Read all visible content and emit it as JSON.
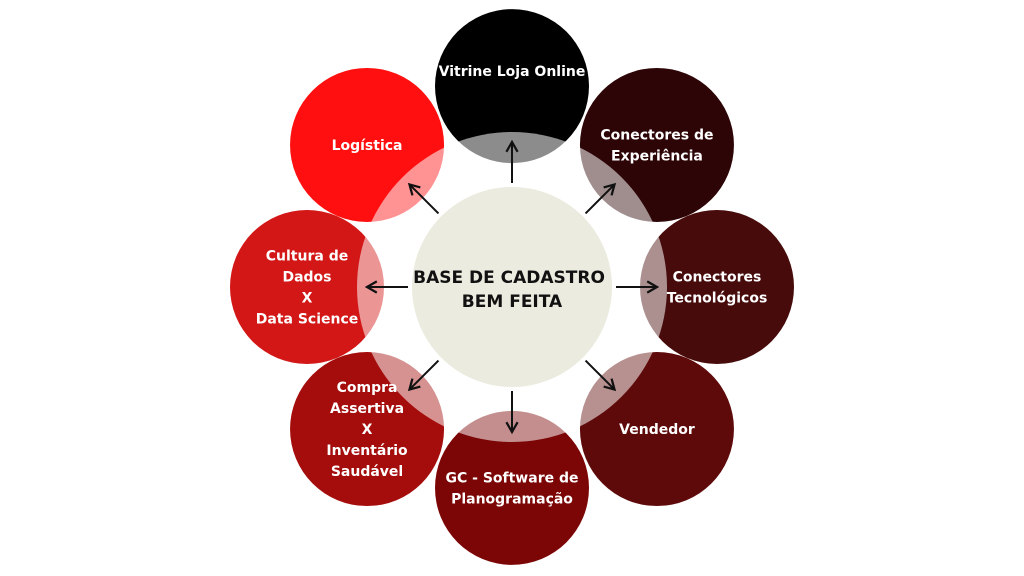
{
  "center": {
    "lines": [
      "BASE DE CADASTRO",
      "BEM FEITA"
    ],
    "color": "#ecebdf"
  },
  "nodes": [
    {
      "lines": [
        "Vitrine Loja Online"
      ],
      "color": "#000000"
    },
    {
      "lines": [
        "Conectores de",
        "Experiência"
      ],
      "color": "#2e0507"
    },
    {
      "lines": [
        "Conectores",
        "Tecnológicos"
      ],
      "color": "#470b0b"
    },
    {
      "lines": [
        "Vendedor"
      ],
      "color": "#5f0a0a"
    },
    {
      "lines": [
        "GC - Software de",
        "Planogramação"
      ],
      "color": "#7c0606"
    },
    {
      "lines": [
        "Compra",
        "Assertiva",
        "X",
        "Inventário",
        "Saudável"
      ],
      "color": "#a50c0c"
    },
    {
      "lines": [
        "Cultura de",
        "Dados",
        "X",
        "Data Science"
      ],
      "color": "#d31616"
    },
    {
      "lines": [
        "Logística"
      ],
      "color": "#ff0f0f"
    }
  ]
}
